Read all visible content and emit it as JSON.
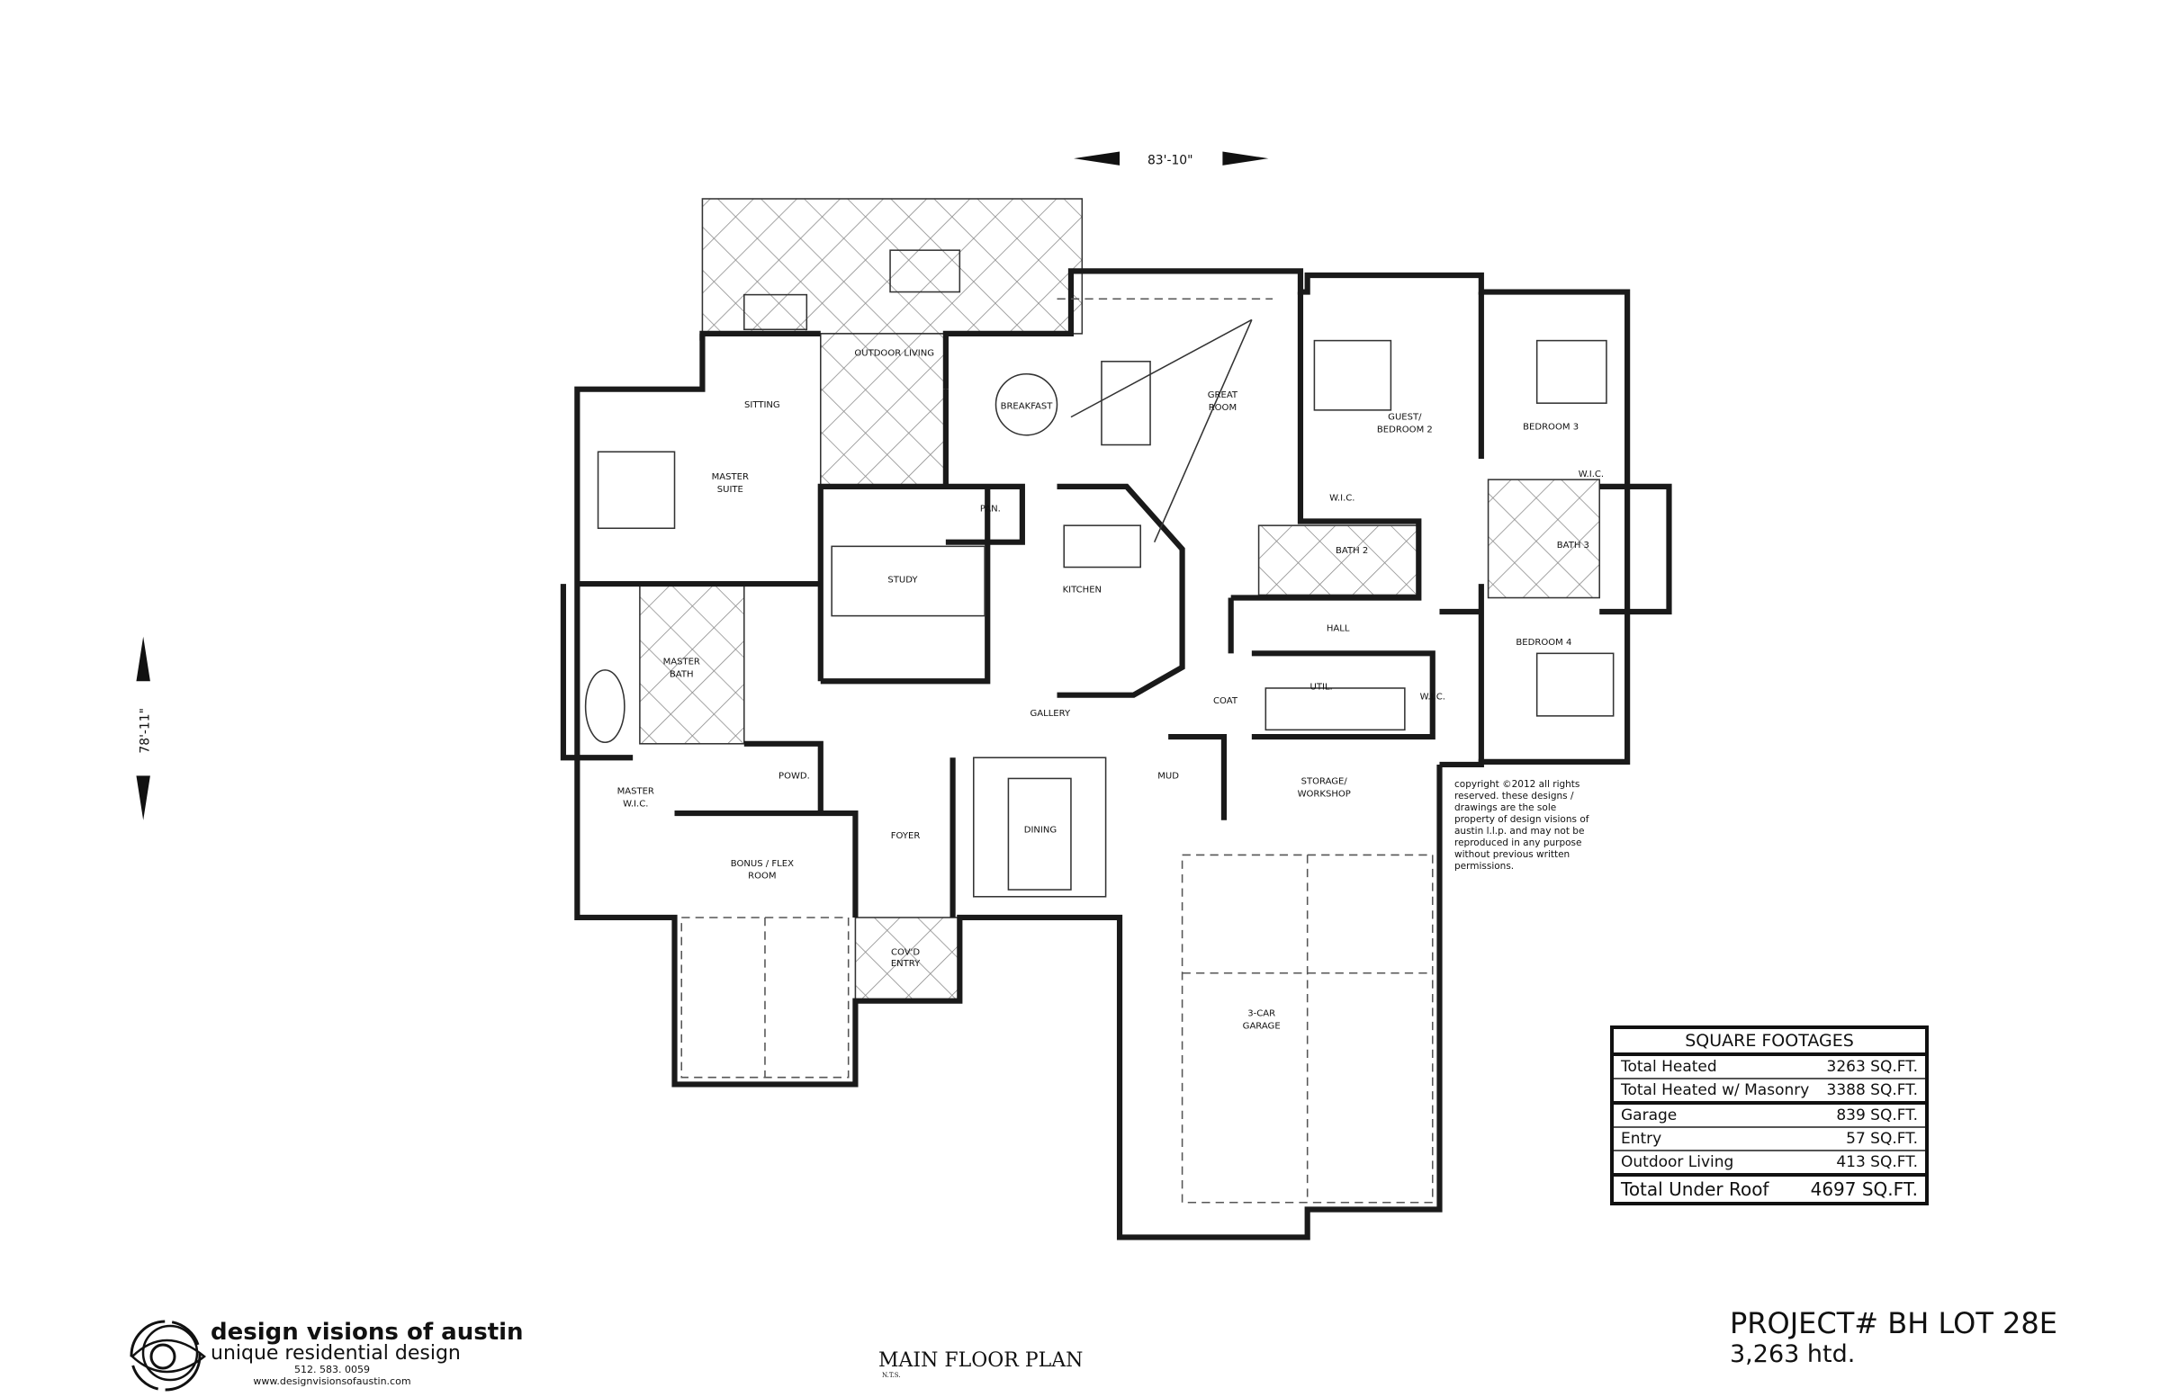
{
  "drawing": {
    "width_dimension": "83'-10\"",
    "depth_dimension": "78'-11\"",
    "rooms": {
      "outdoor_living": "OUTDOOR LIVING",
      "sitting": "SITTING",
      "breakfast": "BREAKFAST",
      "great_room": [
        "GREAT",
        "ROOM"
      ],
      "guest_bedroom": [
        "GUEST/",
        "BEDROOM 2"
      ],
      "bedroom3": "BEDROOM 3",
      "master_suite": [
        "MASTER",
        "SUITE"
      ],
      "wic_guest": "W.I.C.",
      "wic_bed3": "W.I.C.",
      "pantry": "PAN.",
      "bath2": "BATH 2",
      "bath3": "BATH 3",
      "study": "STUDY",
      "kitchen": "KITCHEN",
      "hall": "HALL",
      "bedroom4": "BEDROOM 4",
      "master_bath": [
        "MASTER",
        "BATH"
      ],
      "coat": "COAT",
      "util": "UTIL.",
      "wic_bed4": "W.I.C.",
      "gallery": "GALLERY",
      "mud": "MUD",
      "storage": [
        "STORAGE/",
        "WORKSHOP"
      ],
      "powder": "POWD.",
      "master_wic": [
        "MASTER",
        "W.I.C."
      ],
      "dining": "DINING",
      "foyer": "FOYER",
      "bonus": [
        "BONUS / FLEX",
        "ROOM"
      ],
      "covd_entry": [
        "COV'D",
        "ENTRY"
      ],
      "garage": [
        "3-CAR",
        "GARAGE"
      ]
    }
  },
  "square_footages": {
    "title": "SQUARE FOOTAGES",
    "rows": [
      {
        "label": "Total Heated",
        "value": "3263  SQ.FT."
      },
      {
        "label": "Total Heated w/ Masonry",
        "value": "3388  SQ.FT."
      },
      {
        "label": "Garage",
        "value": "839  SQ.FT."
      },
      {
        "label": "Entry",
        "value": "57  SQ.FT."
      },
      {
        "label": "Outdoor Living",
        "value": "413  SQ.FT."
      },
      {
        "label": "Total Under Roof",
        "value": "4697  SQ.FT."
      }
    ]
  },
  "copyright": "copyright ©2012 all rights reserved.  these designs / drawings are the sole property of design visions of austin l.l.p. and may not be reproduced in any purpose without previous written permissions.",
  "project": {
    "number": "PROJECT# BH LOT 28E",
    "heated": "3,263 htd."
  },
  "title": {
    "main": "MAIN FLOOR PLAN",
    "scale": "N.T.S."
  },
  "logo": {
    "name": "design visions of austin",
    "tagline": "unique residential design",
    "phone": "512. 583. 0059",
    "website": "www.designvisionsofaustin.com"
  }
}
